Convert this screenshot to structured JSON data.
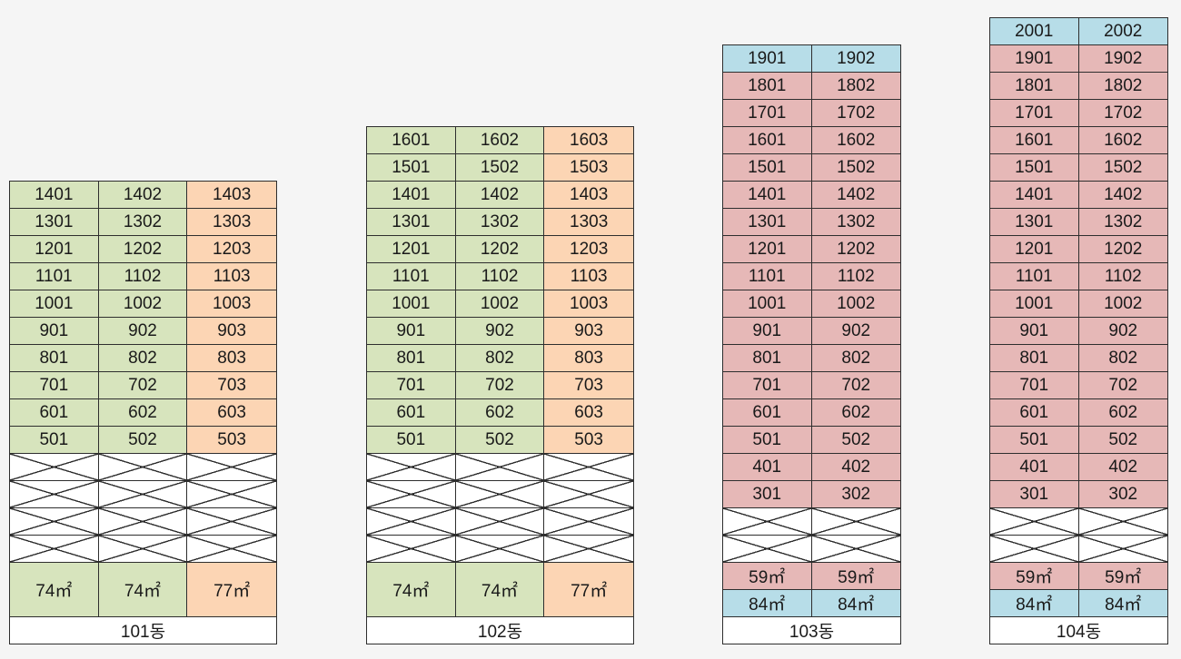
{
  "colors": {
    "green": "#d7e4bd",
    "orange": "#fcd5b4",
    "pink": "#e6b8b7",
    "blue": "#b7dde8"
  },
  "buildings": [
    {
      "name": "101동",
      "columns": 3,
      "rows": [
        {
          "color": [
            "green",
            "green",
            "orange"
          ],
          "units": [
            "1401",
            "1402",
            "1403"
          ]
        },
        {
          "color": [
            "green",
            "green",
            "orange"
          ],
          "units": [
            "1301",
            "1302",
            "1303"
          ]
        },
        {
          "color": [
            "green",
            "green",
            "orange"
          ],
          "units": [
            "1201",
            "1202",
            "1203"
          ]
        },
        {
          "color": [
            "green",
            "green",
            "orange"
          ],
          "units": [
            "1101",
            "1102",
            "1103"
          ]
        },
        {
          "color": [
            "green",
            "green",
            "orange"
          ],
          "units": [
            "1001",
            "1002",
            "1003"
          ]
        },
        {
          "color": [
            "green",
            "green",
            "orange"
          ],
          "units": [
            "901",
            "902",
            "903"
          ]
        },
        {
          "color": [
            "green",
            "green",
            "orange"
          ],
          "units": [
            "801",
            "802",
            "803"
          ]
        },
        {
          "color": [
            "green",
            "green",
            "orange"
          ],
          "units": [
            "701",
            "702",
            "703"
          ]
        },
        {
          "color": [
            "green",
            "green",
            "orange"
          ],
          "units": [
            "601",
            "602",
            "603"
          ]
        },
        {
          "color": [
            "green",
            "green",
            "orange"
          ],
          "units": [
            "501",
            "502",
            "503"
          ]
        }
      ],
      "empty_floors": 4,
      "size_rows": [
        {
          "tall": true,
          "color": [
            "green",
            "green",
            "orange"
          ],
          "sizes": [
            "74㎡",
            "74㎡",
            "77㎡"
          ]
        }
      ]
    },
    {
      "name": "102동",
      "columns": 3,
      "rows": [
        {
          "color": [
            "green",
            "green",
            "orange"
          ],
          "units": [
            "1601",
            "1602",
            "1603"
          ]
        },
        {
          "color": [
            "green",
            "green",
            "orange"
          ],
          "units": [
            "1501",
            "1502",
            "1503"
          ]
        },
        {
          "color": [
            "green",
            "green",
            "orange"
          ],
          "units": [
            "1401",
            "1402",
            "1403"
          ]
        },
        {
          "color": [
            "green",
            "green",
            "orange"
          ],
          "units": [
            "1301",
            "1302",
            "1303"
          ]
        },
        {
          "color": [
            "green",
            "green",
            "orange"
          ],
          "units": [
            "1201",
            "1202",
            "1203"
          ]
        },
        {
          "color": [
            "green",
            "green",
            "orange"
          ],
          "units": [
            "1101",
            "1102",
            "1103"
          ]
        },
        {
          "color": [
            "green",
            "green",
            "orange"
          ],
          "units": [
            "1001",
            "1002",
            "1003"
          ]
        },
        {
          "color": [
            "green",
            "green",
            "orange"
          ],
          "units": [
            "901",
            "902",
            "903"
          ]
        },
        {
          "color": [
            "green",
            "green",
            "orange"
          ],
          "units": [
            "801",
            "802",
            "803"
          ]
        },
        {
          "color": [
            "green",
            "green",
            "orange"
          ],
          "units": [
            "701",
            "702",
            "703"
          ]
        },
        {
          "color": [
            "green",
            "green",
            "orange"
          ],
          "units": [
            "601",
            "602",
            "603"
          ]
        },
        {
          "color": [
            "green",
            "green",
            "orange"
          ],
          "units": [
            "501",
            "502",
            "503"
          ]
        }
      ],
      "empty_floors": 4,
      "size_rows": [
        {
          "tall": true,
          "color": [
            "green",
            "green",
            "orange"
          ],
          "sizes": [
            "74㎡",
            "74㎡",
            "77㎡"
          ]
        }
      ]
    },
    {
      "name": "103동",
      "columns": 2,
      "rows": [
        {
          "color": [
            "blue",
            "blue"
          ],
          "units": [
            "1901",
            "1902"
          ]
        },
        {
          "color": [
            "pink",
            "pink"
          ],
          "units": [
            "1801",
            "1802"
          ]
        },
        {
          "color": [
            "pink",
            "pink"
          ],
          "units": [
            "1701",
            "1702"
          ]
        },
        {
          "color": [
            "pink",
            "pink"
          ],
          "units": [
            "1601",
            "1602"
          ]
        },
        {
          "color": [
            "pink",
            "pink"
          ],
          "units": [
            "1501",
            "1502"
          ]
        },
        {
          "color": [
            "pink",
            "pink"
          ],
          "units": [
            "1401",
            "1402"
          ]
        },
        {
          "color": [
            "pink",
            "pink"
          ],
          "units": [
            "1301",
            "1302"
          ]
        },
        {
          "color": [
            "pink",
            "pink"
          ],
          "units": [
            "1201",
            "1202"
          ]
        },
        {
          "color": [
            "pink",
            "pink"
          ],
          "units": [
            "1101",
            "1102"
          ]
        },
        {
          "color": [
            "pink",
            "pink"
          ],
          "units": [
            "1001",
            "1002"
          ]
        },
        {
          "color": [
            "pink",
            "pink"
          ],
          "units": [
            "901",
            "902"
          ]
        },
        {
          "color": [
            "pink",
            "pink"
          ],
          "units": [
            "801",
            "802"
          ]
        },
        {
          "color": [
            "pink",
            "pink"
          ],
          "units": [
            "701",
            "702"
          ]
        },
        {
          "color": [
            "pink",
            "pink"
          ],
          "units": [
            "601",
            "602"
          ]
        },
        {
          "color": [
            "pink",
            "pink"
          ],
          "units": [
            "501",
            "502"
          ]
        },
        {
          "color": [
            "pink",
            "pink"
          ],
          "units": [
            "401",
            "402"
          ]
        },
        {
          "color": [
            "pink",
            "pink"
          ],
          "units": [
            "301",
            "302"
          ]
        }
      ],
      "empty_floors": 2,
      "size_rows": [
        {
          "tall": false,
          "color": [
            "pink",
            "pink"
          ],
          "sizes": [
            "59㎡",
            "59㎡"
          ]
        },
        {
          "tall": false,
          "color": [
            "blue",
            "blue"
          ],
          "sizes": [
            "84㎡",
            "84㎡"
          ]
        }
      ]
    },
    {
      "name": "104동",
      "columns": 2,
      "rows": [
        {
          "color": [
            "blue",
            "blue"
          ],
          "units": [
            "2001",
            "2002"
          ]
        },
        {
          "color": [
            "pink",
            "pink"
          ],
          "units": [
            "1901",
            "1902"
          ]
        },
        {
          "color": [
            "pink",
            "pink"
          ],
          "units": [
            "1801",
            "1802"
          ]
        },
        {
          "color": [
            "pink",
            "pink"
          ],
          "units": [
            "1701",
            "1702"
          ]
        },
        {
          "color": [
            "pink",
            "pink"
          ],
          "units": [
            "1601",
            "1602"
          ]
        },
        {
          "color": [
            "pink",
            "pink"
          ],
          "units": [
            "1501",
            "1502"
          ]
        },
        {
          "color": [
            "pink",
            "pink"
          ],
          "units": [
            "1401",
            "1402"
          ]
        },
        {
          "color": [
            "pink",
            "pink"
          ],
          "units": [
            "1301",
            "1302"
          ]
        },
        {
          "color": [
            "pink",
            "pink"
          ],
          "units": [
            "1201",
            "1202"
          ]
        },
        {
          "color": [
            "pink",
            "pink"
          ],
          "units": [
            "1101",
            "1102"
          ]
        },
        {
          "color": [
            "pink",
            "pink"
          ],
          "units": [
            "1001",
            "1002"
          ]
        },
        {
          "color": [
            "pink",
            "pink"
          ],
          "units": [
            "901",
            "902"
          ]
        },
        {
          "color": [
            "pink",
            "pink"
          ],
          "units": [
            "801",
            "802"
          ]
        },
        {
          "color": [
            "pink",
            "pink"
          ],
          "units": [
            "701",
            "702"
          ]
        },
        {
          "color": [
            "pink",
            "pink"
          ],
          "units": [
            "601",
            "602"
          ]
        },
        {
          "color": [
            "pink",
            "pink"
          ],
          "units": [
            "501",
            "502"
          ]
        },
        {
          "color": [
            "pink",
            "pink"
          ],
          "units": [
            "401",
            "402"
          ]
        },
        {
          "color": [
            "pink",
            "pink"
          ],
          "units": [
            "301",
            "302"
          ]
        }
      ],
      "empty_floors": 2,
      "size_rows": [
        {
          "tall": false,
          "color": [
            "pink",
            "pink"
          ],
          "sizes": [
            "59㎡",
            "59㎡"
          ]
        },
        {
          "tall": false,
          "color": [
            "blue",
            "blue"
          ],
          "sizes": [
            "84㎡",
            "84㎡"
          ]
        }
      ]
    }
  ]
}
